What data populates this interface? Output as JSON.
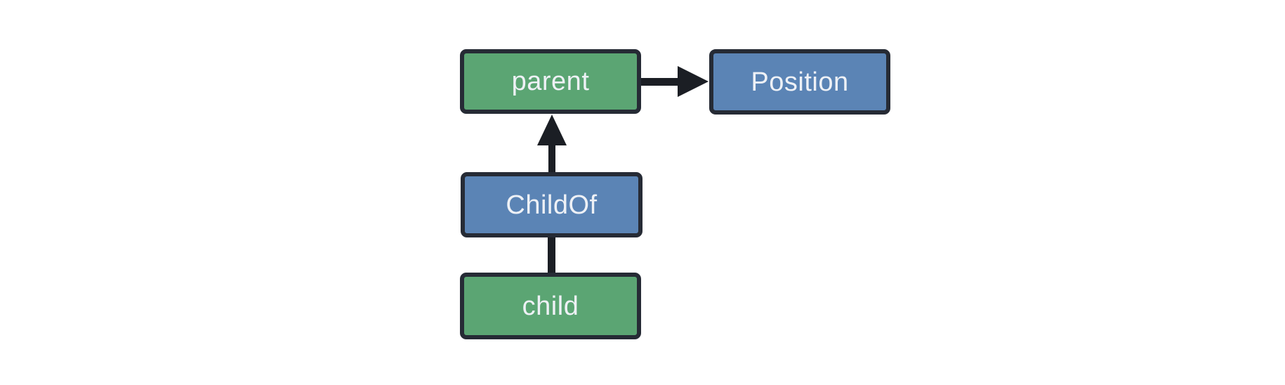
{
  "diagram": {
    "background": "#ffffff",
    "colors": {
      "page-bg": "#ffffff",
      "entity-green": "#5ba573",
      "component-blue": "#5b84b5",
      "outline": "#262b35",
      "connector": "#1b1e24",
      "label-text": "#eef1f6"
    },
    "nodes": [
      {
        "label": "parent",
        "fill": "entity-green"
      },
      {
        "label": "Position",
        "fill": "component-blue"
      },
      {
        "label": "ChildOf",
        "fill": "component-blue"
      },
      {
        "label": "child",
        "fill": "entity-green"
      }
    ],
    "edges": [
      {
        "from": "parent",
        "to": "Position",
        "direction": "right",
        "arrowhead": true
      },
      {
        "from": "ChildOf",
        "to": "parent",
        "direction": "up",
        "arrowhead": true
      },
      {
        "from": "child",
        "to": "ChildOf",
        "direction": "up",
        "arrowhead": false
      }
    ]
  }
}
